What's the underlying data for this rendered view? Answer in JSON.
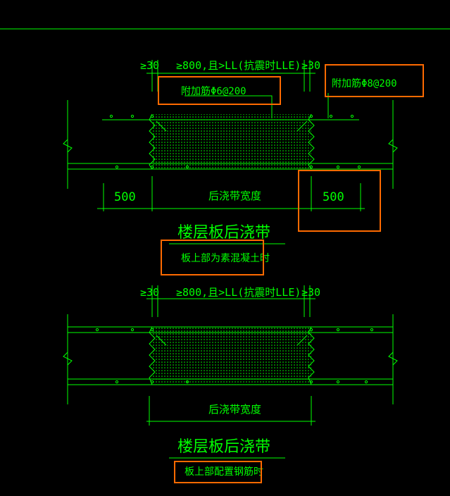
{
  "colors": {
    "background": "#000000",
    "line": "#00ff00",
    "highlight": "#ff6a00"
  },
  "top_detail": {
    "left_min": "≥30",
    "center_spec": "≥800,且>LL(抗震时LLE)",
    "right_min": "≥30",
    "rebar_label_1": "附加筋Φ6@200",
    "rebar_label_2": "附加筋Φ8@200",
    "dim_left": "500",
    "dim_center": "后浇带宽度",
    "dim_right": "500",
    "title": "楼层板后浇带",
    "note": "板上部为素混凝土时"
  },
  "bottom_detail": {
    "left_min": "≥30",
    "center_spec": "≥800,且>LL(抗震时LLE)",
    "right_min": "≥30",
    "dim_center": "后浇带宽度",
    "title": "楼层板后浇带",
    "note": "板上部配置钢筋时"
  }
}
